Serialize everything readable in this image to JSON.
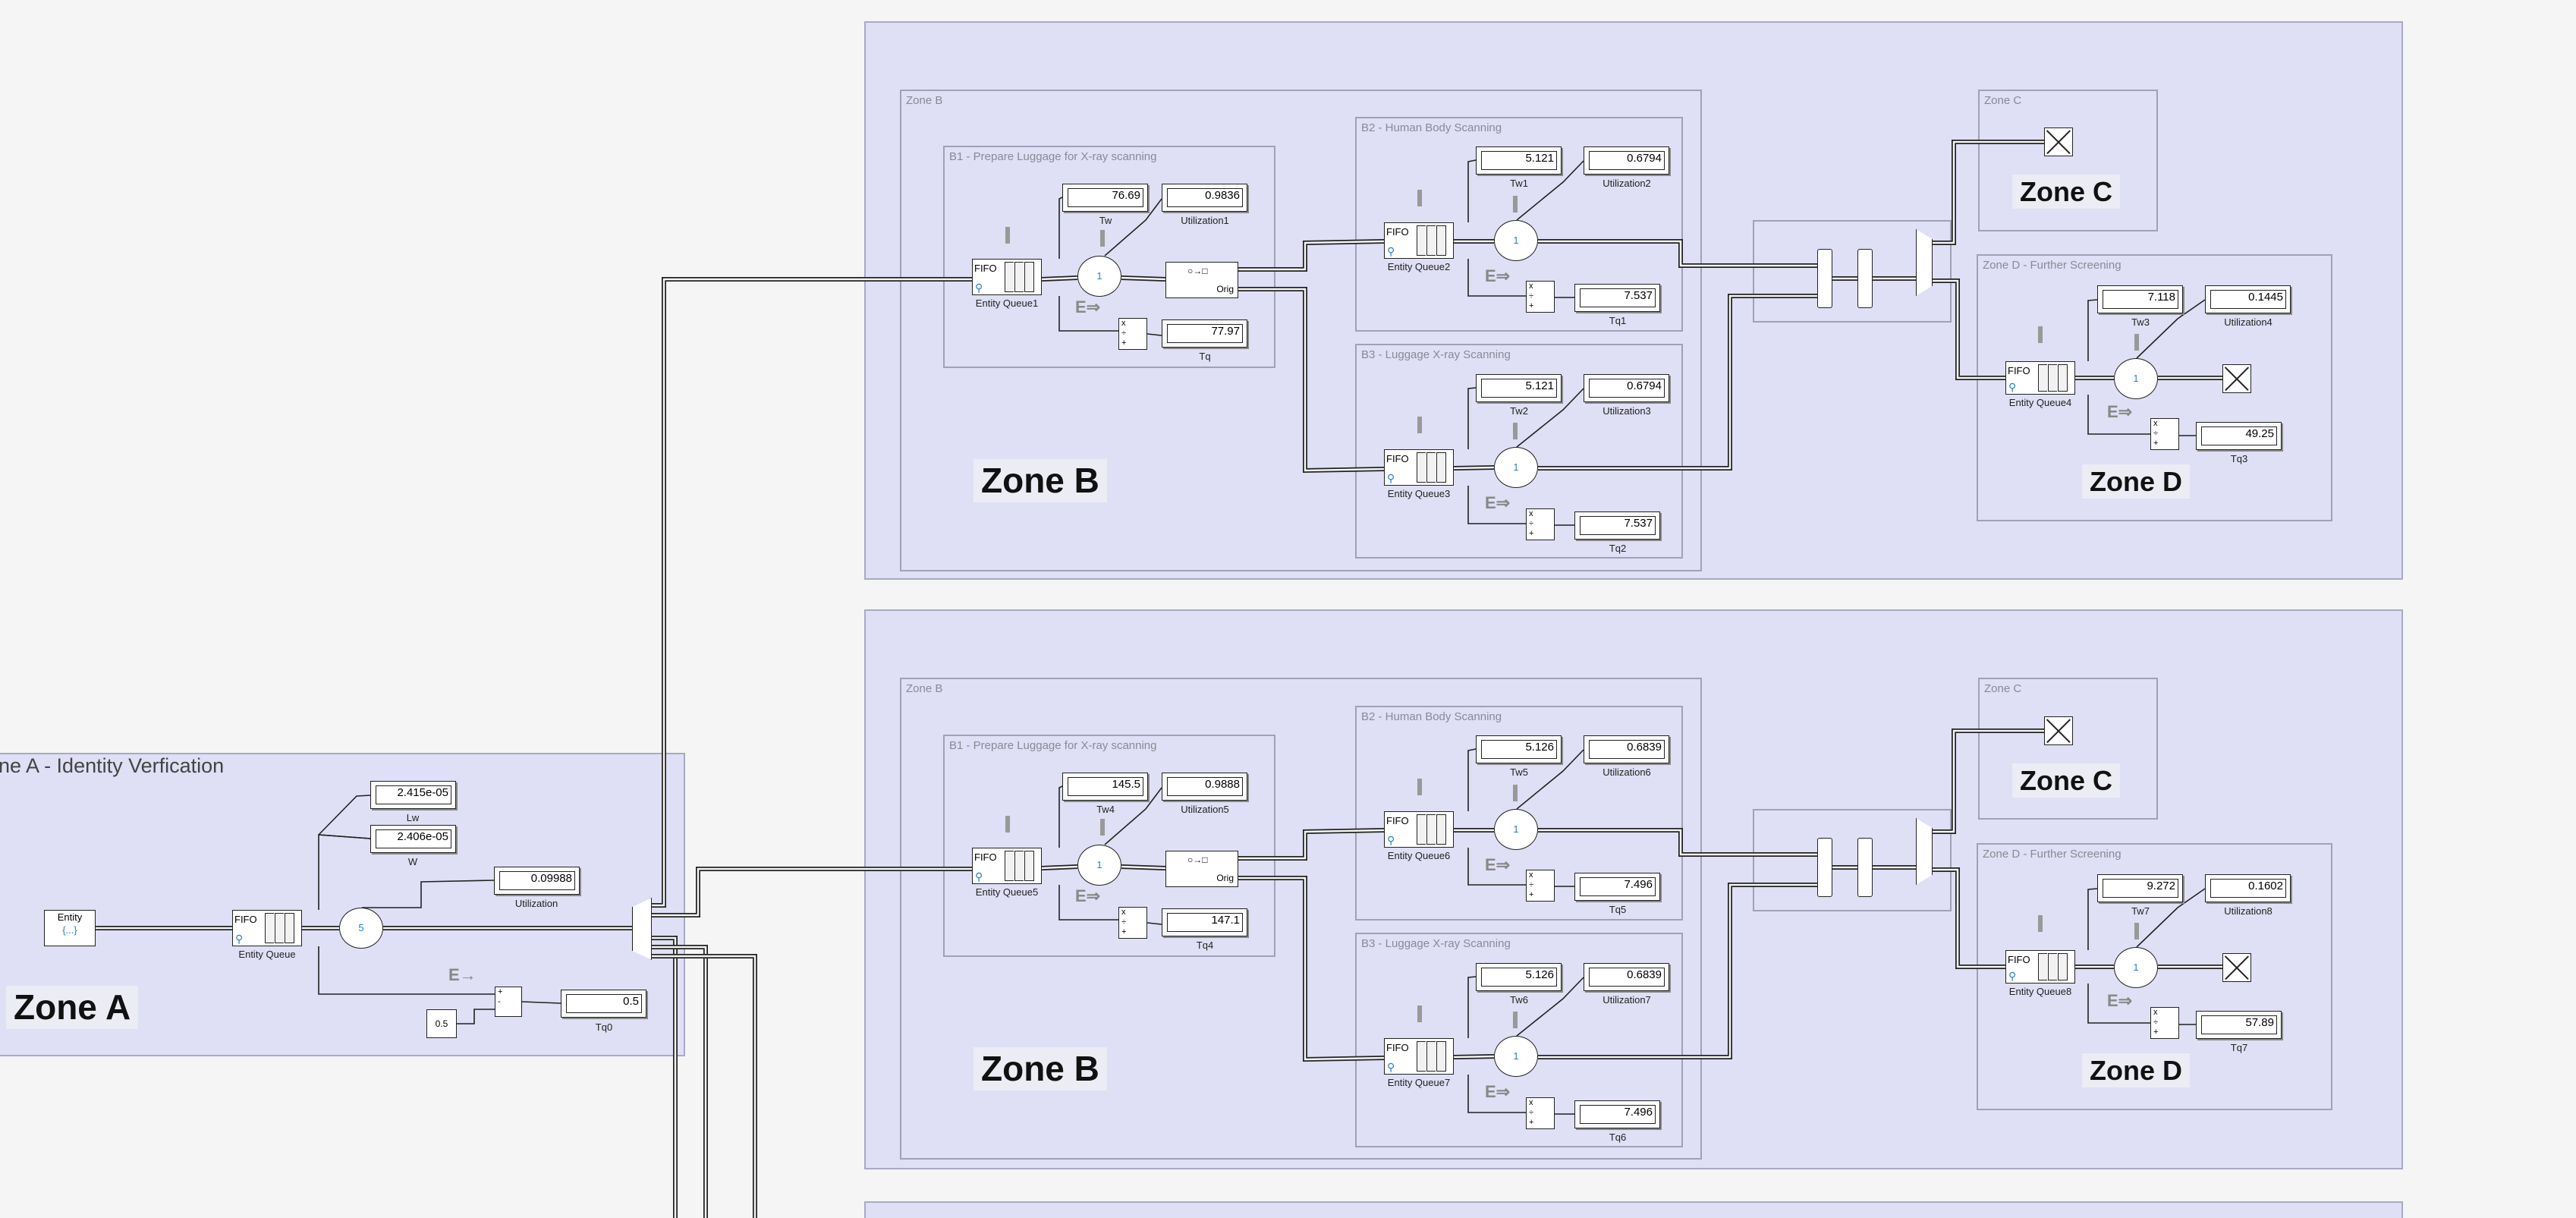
{
  "zone_a": {
    "title": "ne A - Identity Verfication",
    "big_label": "Zone A",
    "generator": {
      "title": "Entity",
      "sub": "{...}"
    },
    "queue_label": "Entity Queue",
    "queue_text": "FIFO",
    "server_text": "5",
    "lw": {
      "value": "2.415e-05",
      "label": "Lw"
    },
    "w": {
      "value": "2.406e-05",
      "label": "W"
    },
    "util": {
      "value": "0.09988",
      "label": "Utilization"
    },
    "tq0": {
      "value": "0.5",
      "label": "Tq0"
    },
    "const_value": "0.5",
    "entity_icon": "E→"
  },
  "groups": [
    {
      "zone_b_title": "Zone B",
      "zone_b_big": "Zone B",
      "b1": {
        "title": "B1 - Prepare Luggage for X-ray scanning",
        "queue": "Entity Queue1",
        "tw": {
          "value": "76.69",
          "label": "Tw"
        },
        "util": {
          "value": "0.9836",
          "label": "Utilization1"
        },
        "tq": {
          "value": "77.97",
          "label": "Tq"
        }
      },
      "b2": {
        "title": "B2 - Human Body Scanning",
        "queue": "Entity Queue2",
        "tw": {
          "value": "5.121",
          "label": "Tw1"
        },
        "util": {
          "value": "0.6794",
          "label": "Utilization2"
        },
        "tq": {
          "value": "7.537",
          "label": "Tq1"
        }
      },
      "b3": {
        "title": "B3 - Luggage X-ray Scanning",
        "queue": "Entity Queue3",
        "tw": {
          "value": "5.121",
          "label": "Tw2"
        },
        "util": {
          "value": "0.6794",
          "label": "Utilization3"
        },
        "tq": {
          "value": "7.537",
          "label": "Tq2"
        }
      },
      "zone_c_title": "Zone C",
      "zone_c_big": "Zone C",
      "zone_d": {
        "title": "Zone D - Further Screening",
        "big": "Zone D",
        "queue": "Entity Queue4",
        "tw": {
          "value": "7.118",
          "label": "Tw3"
        },
        "util": {
          "value": "0.1445",
          "label": "Utilization4"
        },
        "tq": {
          "value": "49.25",
          "label": "Tq3"
        }
      }
    },
    {
      "zone_b_title": "Zone B",
      "zone_b_big": "Zone B",
      "b1": {
        "title": "B1 - Prepare Luggage for X-ray scanning",
        "queue": "Entity Queue5",
        "tw": {
          "value": "145.5",
          "label": "Tw4"
        },
        "util": {
          "value": "0.9888",
          "label": "Utilization5"
        },
        "tq": {
          "value": "147.1",
          "label": "Tq4"
        }
      },
      "b2": {
        "title": "B2 - Human Body Scanning",
        "queue": "Entity Queue6",
        "tw": {
          "value": "5.126",
          "label": "Tw5"
        },
        "util": {
          "value": "0.6839",
          "label": "Utilization6"
        },
        "tq": {
          "value": "7.496",
          "label": "Tq5"
        }
      },
      "b3": {
        "title": "B3 - Luggage X-ray Scanning",
        "queue": "Entity Queue7",
        "tw": {
          "value": "5.126",
          "label": "Tw6"
        },
        "util": {
          "value": "0.6839",
          "label": "Utilization7"
        },
        "tq": {
          "value": "7.496",
          "label": "Tq6"
        }
      },
      "zone_c_title": "Zone C",
      "zone_c_big": "Zone C",
      "zone_d": {
        "title": "Zone D - Further Screening",
        "big": "Zone D",
        "queue": "Entity Queue8",
        "tw": {
          "value": "9.272",
          "label": "Tw7"
        },
        "util": {
          "value": "0.1602",
          "label": "Utilization8"
        },
        "tq": {
          "value": "57.89",
          "label": "Tq7"
        }
      }
    }
  ],
  "common": {
    "fifo": "FIFO",
    "server": "1",
    "orig": "Orig",
    "math_x": "x",
    "math_div": "÷",
    "math_plus": "+",
    "math_minus": "-"
  },
  "colors": {
    "area": "#dfdff5",
    "background": "#f5f5f5",
    "accent": "#2a7fc0"
  }
}
